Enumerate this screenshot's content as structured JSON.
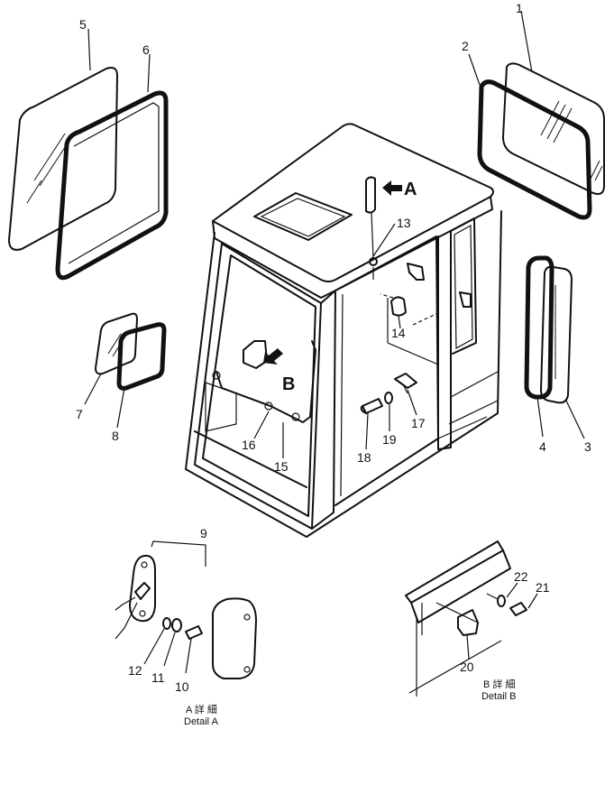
{
  "parts": [
    {
      "no": "1"
    },
    {
      "no": "2"
    },
    {
      "no": "3"
    },
    {
      "no": "4"
    },
    {
      "no": "5"
    },
    {
      "no": "6"
    },
    {
      "no": "7"
    },
    {
      "no": "8"
    },
    {
      "no": "9"
    },
    {
      "no": "10"
    },
    {
      "no": "11"
    },
    {
      "no": "12"
    },
    {
      "no": "13"
    },
    {
      "no": "14"
    },
    {
      "no": "15"
    },
    {
      "no": "16"
    },
    {
      "no": "17"
    },
    {
      "no": "18"
    },
    {
      "no": "19"
    },
    {
      "no": "20"
    },
    {
      "no": "21"
    },
    {
      "no": "22"
    }
  ],
  "callouts": {
    "a": "A",
    "b": "B"
  },
  "details": {
    "a": {
      "jp": "A 詳 細",
      "en": "Detail A"
    },
    "b": {
      "jp": "B 詳 細",
      "en": "Detail B"
    }
  }
}
